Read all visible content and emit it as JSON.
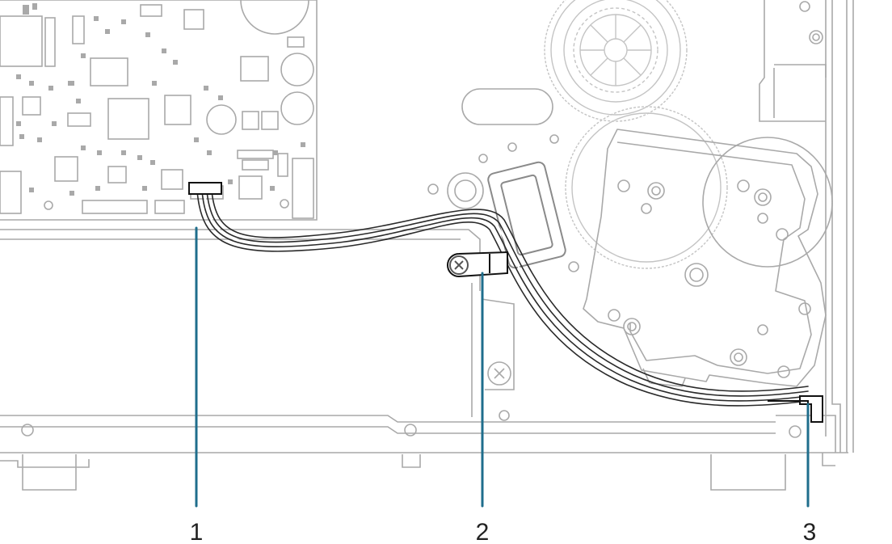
{
  "colors": {
    "line_art": "#a9a9a9",
    "light_line": "#c4c4c4",
    "cable": "#2a2a2a",
    "leader": "#1f6e8c",
    "label": "#222222"
  },
  "callouts": [
    {
      "label": "1"
    },
    {
      "label": "2"
    },
    {
      "label": "3"
    }
  ]
}
